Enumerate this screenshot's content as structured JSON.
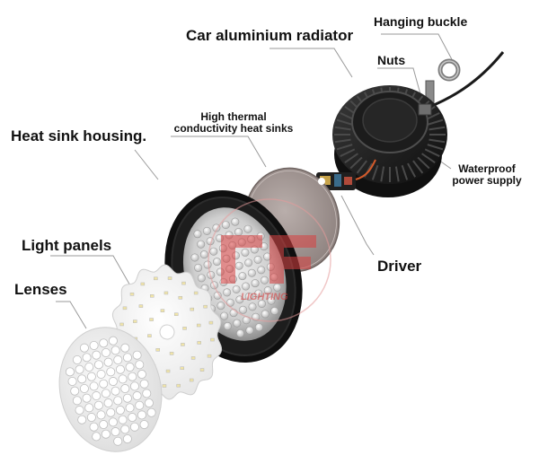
{
  "labels": {
    "hanging_buckle": "Hanging buckle",
    "car_aluminium_radiator": "Car aluminium radiator",
    "nuts": "Nuts",
    "high_thermal_line1": "High thermal",
    "high_thermal_line2": "conductivity heat sinks",
    "heat_sink_housing": "Heat sink housing.",
    "waterproof_line1": "Waterproof",
    "waterproof_line2": "power supply",
    "driver": "Driver",
    "light_panels": "Light panels",
    "lenses": "Lenses"
  },
  "watermark": "LIGHTING",
  "colors": {
    "housing": "#1b1b1b",
    "heat_sink_plate": "#9a8f8c",
    "light_panel": "#f4f4f4",
    "lens": "#f2f2f2",
    "watermark": "#d94040",
    "leader_line": "#9a9a9a"
  }
}
